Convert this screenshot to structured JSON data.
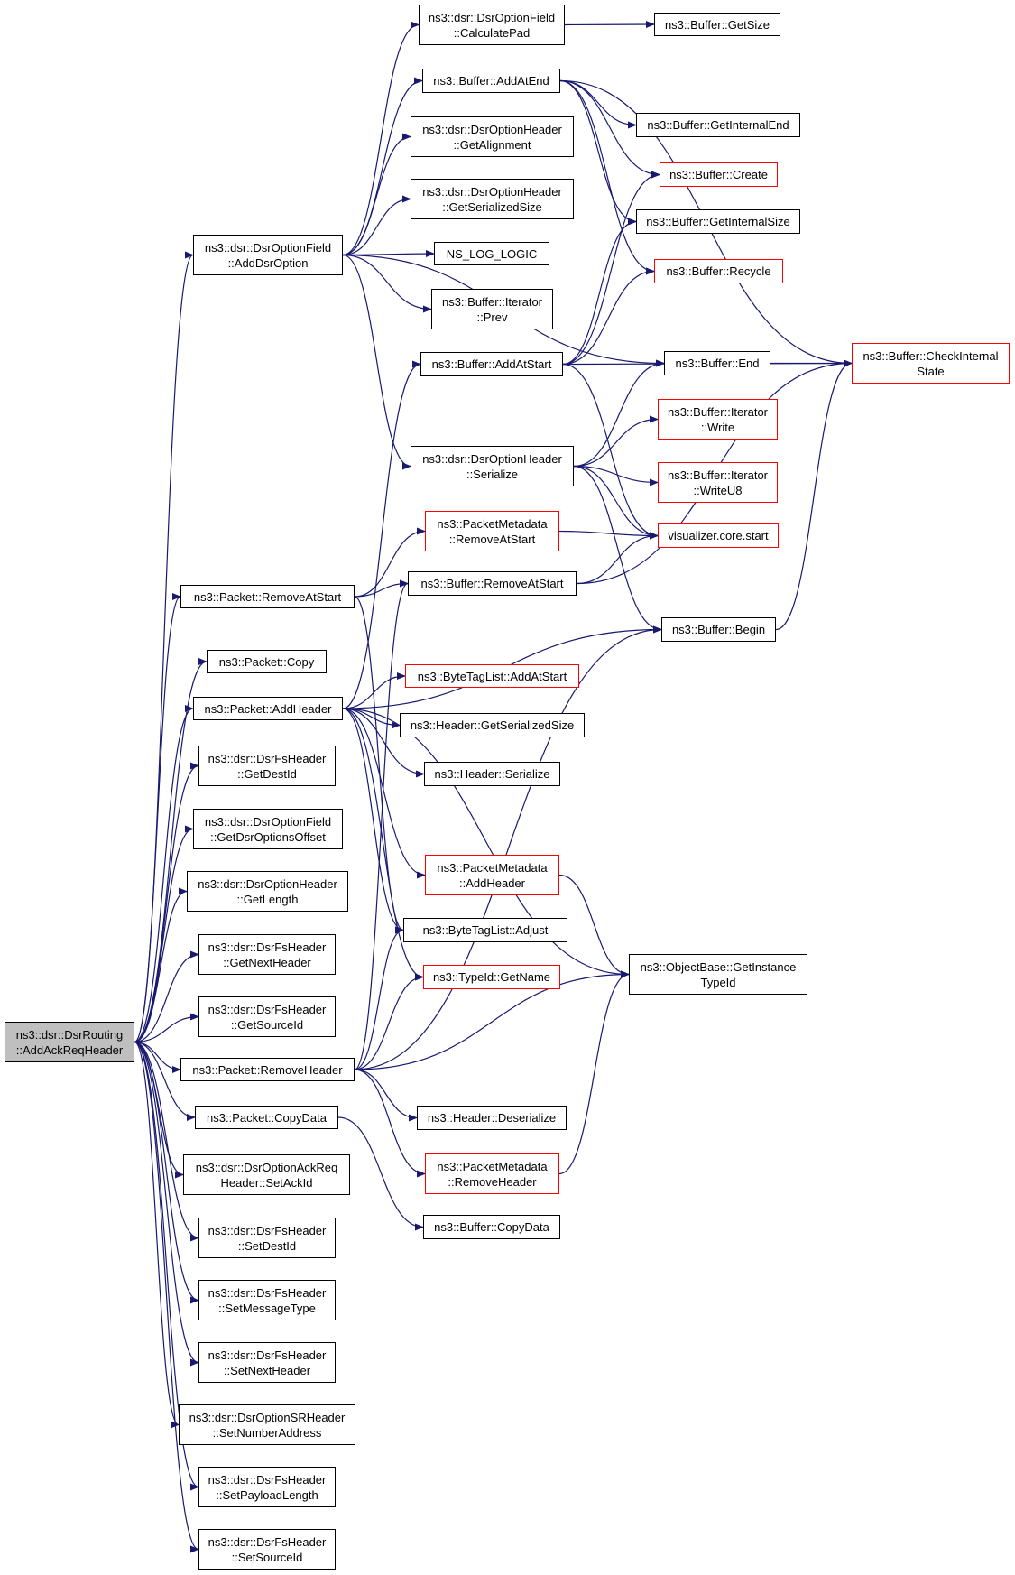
{
  "colors": {
    "edge": "#191970",
    "border_default": "#000000",
    "border_incomplete": "#ff0000",
    "root_fill": "#bfbfbf"
  },
  "nodes": [
    {
      "id": "root",
      "lines": [
        "ns3::dsr::DsrRouting",
        "::AddAckReqHeader"
      ],
      "root": true
    },
    {
      "id": "addDsrOption",
      "lines": [
        "ns3::dsr::DsrOptionField",
        "::AddDsrOption"
      ]
    },
    {
      "id": "calcPad",
      "lines": [
        "ns3::dsr::DsrOptionField",
        "::CalculatePad"
      ]
    },
    {
      "id": "bufGetSize",
      "lines": [
        "ns3::Buffer::GetSize"
      ]
    },
    {
      "id": "bufAddAtEnd",
      "lines": [
        "ns3::Buffer::AddAtEnd"
      ]
    },
    {
      "id": "getAlignment",
      "lines": [
        "ns3::dsr::DsrOptionHeader",
        "::GetAlignment"
      ]
    },
    {
      "id": "optGetSerSize",
      "lines": [
        "ns3::dsr::DsrOptionHeader",
        "::GetSerializedSize"
      ]
    },
    {
      "id": "nsLogLogic",
      "lines": [
        "NS_LOG_LOGIC"
      ]
    },
    {
      "id": "iterPrev",
      "lines": [
        "ns3::Buffer::Iterator",
        "::Prev"
      ]
    },
    {
      "id": "bufAddAtStart",
      "lines": [
        "ns3::Buffer::AddAtStart"
      ]
    },
    {
      "id": "optSerialize",
      "lines": [
        "ns3::dsr::DsrOptionHeader",
        "::Serialize"
      ]
    },
    {
      "id": "bufGetInternalEnd",
      "lines": [
        "ns3::Buffer::GetInternalEnd"
      ]
    },
    {
      "id": "bufCreate",
      "lines": [
        "ns3::Buffer::Create"
      ],
      "red": true
    },
    {
      "id": "bufGetInternalSize",
      "lines": [
        "ns3::Buffer::GetInternalSize"
      ]
    },
    {
      "id": "bufRecycle",
      "lines": [
        "ns3::Buffer::Recycle"
      ],
      "red": true
    },
    {
      "id": "bufCheckInternal",
      "lines": [
        "ns3::Buffer::CheckInternal",
        "State"
      ],
      "red": true
    },
    {
      "id": "bufEnd",
      "lines": [
        "ns3::Buffer::End"
      ]
    },
    {
      "id": "iterWrite",
      "lines": [
        "ns3::Buffer::Iterator",
        "::Write"
      ],
      "red": true
    },
    {
      "id": "iterWriteU8",
      "lines": [
        "ns3::Buffer::Iterator",
        "::WriteU8"
      ],
      "red": true
    },
    {
      "id": "pmRemoveAtStart",
      "lines": [
        "ns3::PacketMetadata",
        "::RemoveAtStart"
      ],
      "red": true
    },
    {
      "id": "vizStart",
      "lines": [
        "visualizer.core.start"
      ],
      "red": true
    },
    {
      "id": "pktRemoveAtStart",
      "lines": [
        "ns3::Packet::RemoveAtStart"
      ]
    },
    {
      "id": "bufRemoveAtStart",
      "lines": [
        "ns3::Buffer::RemoveAtStart"
      ]
    },
    {
      "id": "bufBegin",
      "lines": [
        "ns3::Buffer::Begin"
      ]
    },
    {
      "id": "pktCopy",
      "lines": [
        "ns3::Packet::Copy"
      ]
    },
    {
      "id": "pktAddHeader",
      "lines": [
        "ns3::Packet::AddHeader"
      ]
    },
    {
      "id": "btlAddAtStart",
      "lines": [
        "ns3::ByteTagList::AddAtStart"
      ],
      "red": true
    },
    {
      "id": "hdrGetSerSize",
      "lines": [
        "ns3::Header::GetSerializedSize"
      ]
    },
    {
      "id": "fsGetDestId",
      "lines": [
        "ns3::dsr::DsrFsHeader",
        "::GetDestId"
      ]
    },
    {
      "id": "hdrSerialize",
      "lines": [
        "ns3::Header::Serialize"
      ]
    },
    {
      "id": "getDsrOptOffset",
      "lines": [
        "ns3::dsr::DsrOptionField",
        "::GetDsrOptionsOffset"
      ]
    },
    {
      "id": "pmAddHeader",
      "lines": [
        "ns3::PacketMetadata",
        "::AddHeader"
      ],
      "red": true
    },
    {
      "id": "optGetLength",
      "lines": [
        "ns3::dsr::DsrOptionHeader",
        "::GetLength"
      ]
    },
    {
      "id": "btlAdjust",
      "lines": [
        "ns3::ByteTagList::Adjust"
      ]
    },
    {
      "id": "fsGetNextHeader",
      "lines": [
        "ns3::dsr::DsrFsHeader",
        "::GetNextHeader"
      ]
    },
    {
      "id": "objGetInstTypeId",
      "lines": [
        "ns3::ObjectBase::GetInstance",
        "TypeId"
      ]
    },
    {
      "id": "typeIdGetName",
      "lines": [
        "ns3::TypeId::GetName"
      ],
      "red": true
    },
    {
      "id": "fsGetSourceId",
      "lines": [
        "ns3::dsr::DsrFsHeader",
        "::GetSourceId"
      ]
    },
    {
      "id": "pktRemoveHeader",
      "lines": [
        "ns3::Packet::RemoveHeader"
      ]
    },
    {
      "id": "hdrDeserialize",
      "lines": [
        "ns3::Header::Deserialize"
      ]
    },
    {
      "id": "pktCopyData",
      "lines": [
        "ns3::Packet::CopyData"
      ]
    },
    {
      "id": "pmRemoveHeader",
      "lines": [
        "ns3::PacketMetadata",
        "::RemoveHeader"
      ],
      "red": true
    },
    {
      "id": "ackReqSetAckId",
      "lines": [
        "ns3::dsr::DsrOptionAckReq",
        "Header::SetAckId"
      ]
    },
    {
      "id": "bufCopyData",
      "lines": [
        "ns3::Buffer::CopyData"
      ]
    },
    {
      "id": "fsSetDestId",
      "lines": [
        "ns3::dsr::DsrFsHeader",
        "::SetDestId"
      ]
    },
    {
      "id": "fsSetMessageType",
      "lines": [
        "ns3::dsr::DsrFsHeader",
        "::SetMessageType"
      ]
    },
    {
      "id": "fsSetNextHeader",
      "lines": [
        "ns3::dsr::DsrFsHeader",
        "::SetNextHeader"
      ]
    },
    {
      "id": "srSetNumberAddress",
      "lines": [
        "ns3::dsr::DsrOptionSRHeader",
        "::SetNumberAddress"
      ]
    },
    {
      "id": "fsSetPayloadLength",
      "lines": [
        "ns3::dsr::DsrFsHeader",
        "::SetPayloadLength"
      ]
    },
    {
      "id": "fsSetSourceId",
      "lines": [
        "ns3::dsr::DsrFsHeader",
        "::SetSourceId"
      ]
    }
  ],
  "edges": [
    [
      "root",
      "addDsrOption"
    ],
    [
      "root",
      "pktRemoveAtStart"
    ],
    [
      "root",
      "pktCopy"
    ],
    [
      "root",
      "pktAddHeader"
    ],
    [
      "root",
      "fsGetDestId"
    ],
    [
      "root",
      "getDsrOptOffset"
    ],
    [
      "root",
      "optGetLength"
    ],
    [
      "root",
      "fsGetNextHeader"
    ],
    [
      "root",
      "fsGetSourceId"
    ],
    [
      "root",
      "pktRemoveHeader"
    ],
    [
      "root",
      "pktCopyData"
    ],
    [
      "root",
      "ackReqSetAckId"
    ],
    [
      "root",
      "fsSetDestId"
    ],
    [
      "root",
      "fsSetMessageType"
    ],
    [
      "root",
      "fsSetNextHeader"
    ],
    [
      "root",
      "srSetNumberAddress"
    ],
    [
      "root",
      "fsSetPayloadLength"
    ],
    [
      "root",
      "fsSetSourceId"
    ],
    [
      "addDsrOption",
      "calcPad"
    ],
    [
      "addDsrOption",
      "bufAddAtEnd"
    ],
    [
      "addDsrOption",
      "getAlignment"
    ],
    [
      "addDsrOption",
      "optGetSerSize"
    ],
    [
      "addDsrOption",
      "nsLogLogic"
    ],
    [
      "addDsrOption",
      "iterPrev"
    ],
    [
      "addDsrOption",
      "bufEnd"
    ],
    [
      "addDsrOption",
      "optSerialize"
    ],
    [
      "calcPad",
      "bufGetSize"
    ],
    [
      "bufAddAtEnd",
      "bufGetInternalEnd"
    ],
    [
      "bufAddAtEnd",
      "bufCreate"
    ],
    [
      "bufAddAtEnd",
      "bufGetInternalSize"
    ],
    [
      "bufAddAtEnd",
      "bufRecycle"
    ],
    [
      "bufAddAtEnd",
      "bufCheckInternal"
    ],
    [
      "bufAddAtStart",
      "bufCreate"
    ],
    [
      "bufAddAtStart",
      "bufGetInternalSize"
    ],
    [
      "bufAddAtStart",
      "bufRecycle"
    ],
    [
      "bufAddAtStart",
      "bufCheckInternal"
    ],
    [
      "bufAddAtStart",
      "vizStart"
    ],
    [
      "bufEnd",
      "bufCheckInternal"
    ],
    [
      "optSerialize",
      "bufEnd"
    ],
    [
      "optSerialize",
      "iterWrite"
    ],
    [
      "optSerialize",
      "iterWriteU8"
    ],
    [
      "optSerialize",
      "vizStart"
    ],
    [
      "optSerialize",
      "bufBegin"
    ],
    [
      "pktRemoveAtStart",
      "pmRemoveAtStart"
    ],
    [
      "pktRemoveAtStart",
      "bufRemoveAtStart"
    ],
    [
      "pktRemoveAtStart",
      "btlAdjust"
    ],
    [
      "pmRemoveAtStart",
      "vizStart"
    ],
    [
      "bufRemoveAtStart",
      "vizStart"
    ],
    [
      "bufRemoveAtStart",
      "bufCheckInternal"
    ],
    [
      "bufBegin",
      "bufCheckInternal"
    ],
    [
      "pktAddHeader",
      "bufAddAtStart"
    ],
    [
      "pktAddHeader",
      "bufBegin"
    ],
    [
      "pktAddHeader",
      "btlAddAtStart"
    ],
    [
      "pktAddHeader",
      "hdrGetSerSize"
    ],
    [
      "pktAddHeader",
      "hdrSerialize"
    ],
    [
      "pktAddHeader",
      "objGetInstTypeId"
    ],
    [
      "pktAddHeader",
      "pmAddHeader"
    ],
    [
      "pktAddHeader",
      "btlAdjust"
    ],
    [
      "pktAddHeader",
      "typeIdGetName"
    ],
    [
      "pmAddHeader",
      "objGetInstTypeId"
    ],
    [
      "pktRemoveHeader",
      "bufRemoveAtStart"
    ],
    [
      "pktRemoveHeader",
      "bufBegin"
    ],
    [
      "pktRemoveHeader",
      "btlAdjust"
    ],
    [
      "pktRemoveHeader",
      "typeIdGetName"
    ],
    [
      "pktRemoveHeader",
      "objGetInstTypeId"
    ],
    [
      "pktRemoveHeader",
      "hdrDeserialize"
    ],
    [
      "pktRemoveHeader",
      "pmRemoveHeader"
    ],
    [
      "pmRemoveHeader",
      "objGetInstTypeId"
    ],
    [
      "pktCopyData",
      "bufCopyData"
    ]
  ]
}
